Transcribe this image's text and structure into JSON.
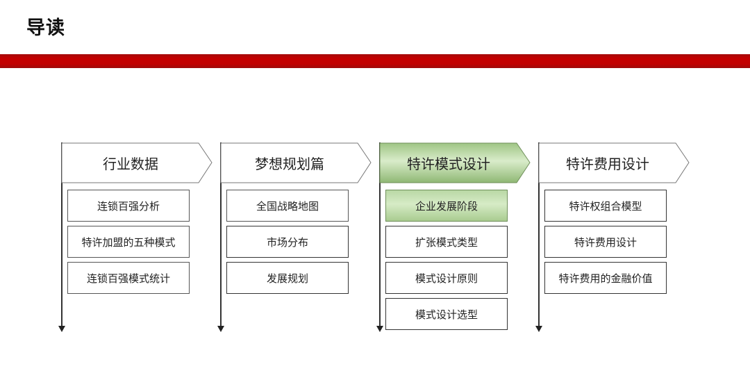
{
  "page": {
    "title": "导读"
  },
  "theme": {
    "accent_red": "#c40000",
    "active_green": "#b9d8a5",
    "border": "#555555"
  },
  "columns": [
    {
      "header": "行业数据",
      "active": false,
      "items": [
        {
          "label": "连锁百强分析",
          "active": false
        },
        {
          "label": "特许加盟的五种模式",
          "active": false
        },
        {
          "label": "连锁百强模式统计",
          "active": false
        }
      ]
    },
    {
      "header": "梦想规划篇",
      "active": false,
      "items": [
        {
          "label": "全国战略地图",
          "active": false
        },
        {
          "label": "市场分布",
          "active": false
        },
        {
          "label": "发展规划",
          "active": false
        }
      ]
    },
    {
      "header": "特许模式设计",
      "active": true,
      "items": [
        {
          "label": "企业发展阶段",
          "active": true
        },
        {
          "label": "扩张模式类型",
          "active": false
        },
        {
          "label": "模式设计原则",
          "active": false
        },
        {
          "label": "模式设计选型",
          "active": false
        }
      ]
    },
    {
      "header": "特许费用设计",
      "active": false,
      "items": [
        {
          "label": "特许权组合模型",
          "active": false
        },
        {
          "label": "特许费用设计",
          "active": false
        },
        {
          "label": "特许费用的金融价值",
          "active": false
        }
      ]
    }
  ]
}
